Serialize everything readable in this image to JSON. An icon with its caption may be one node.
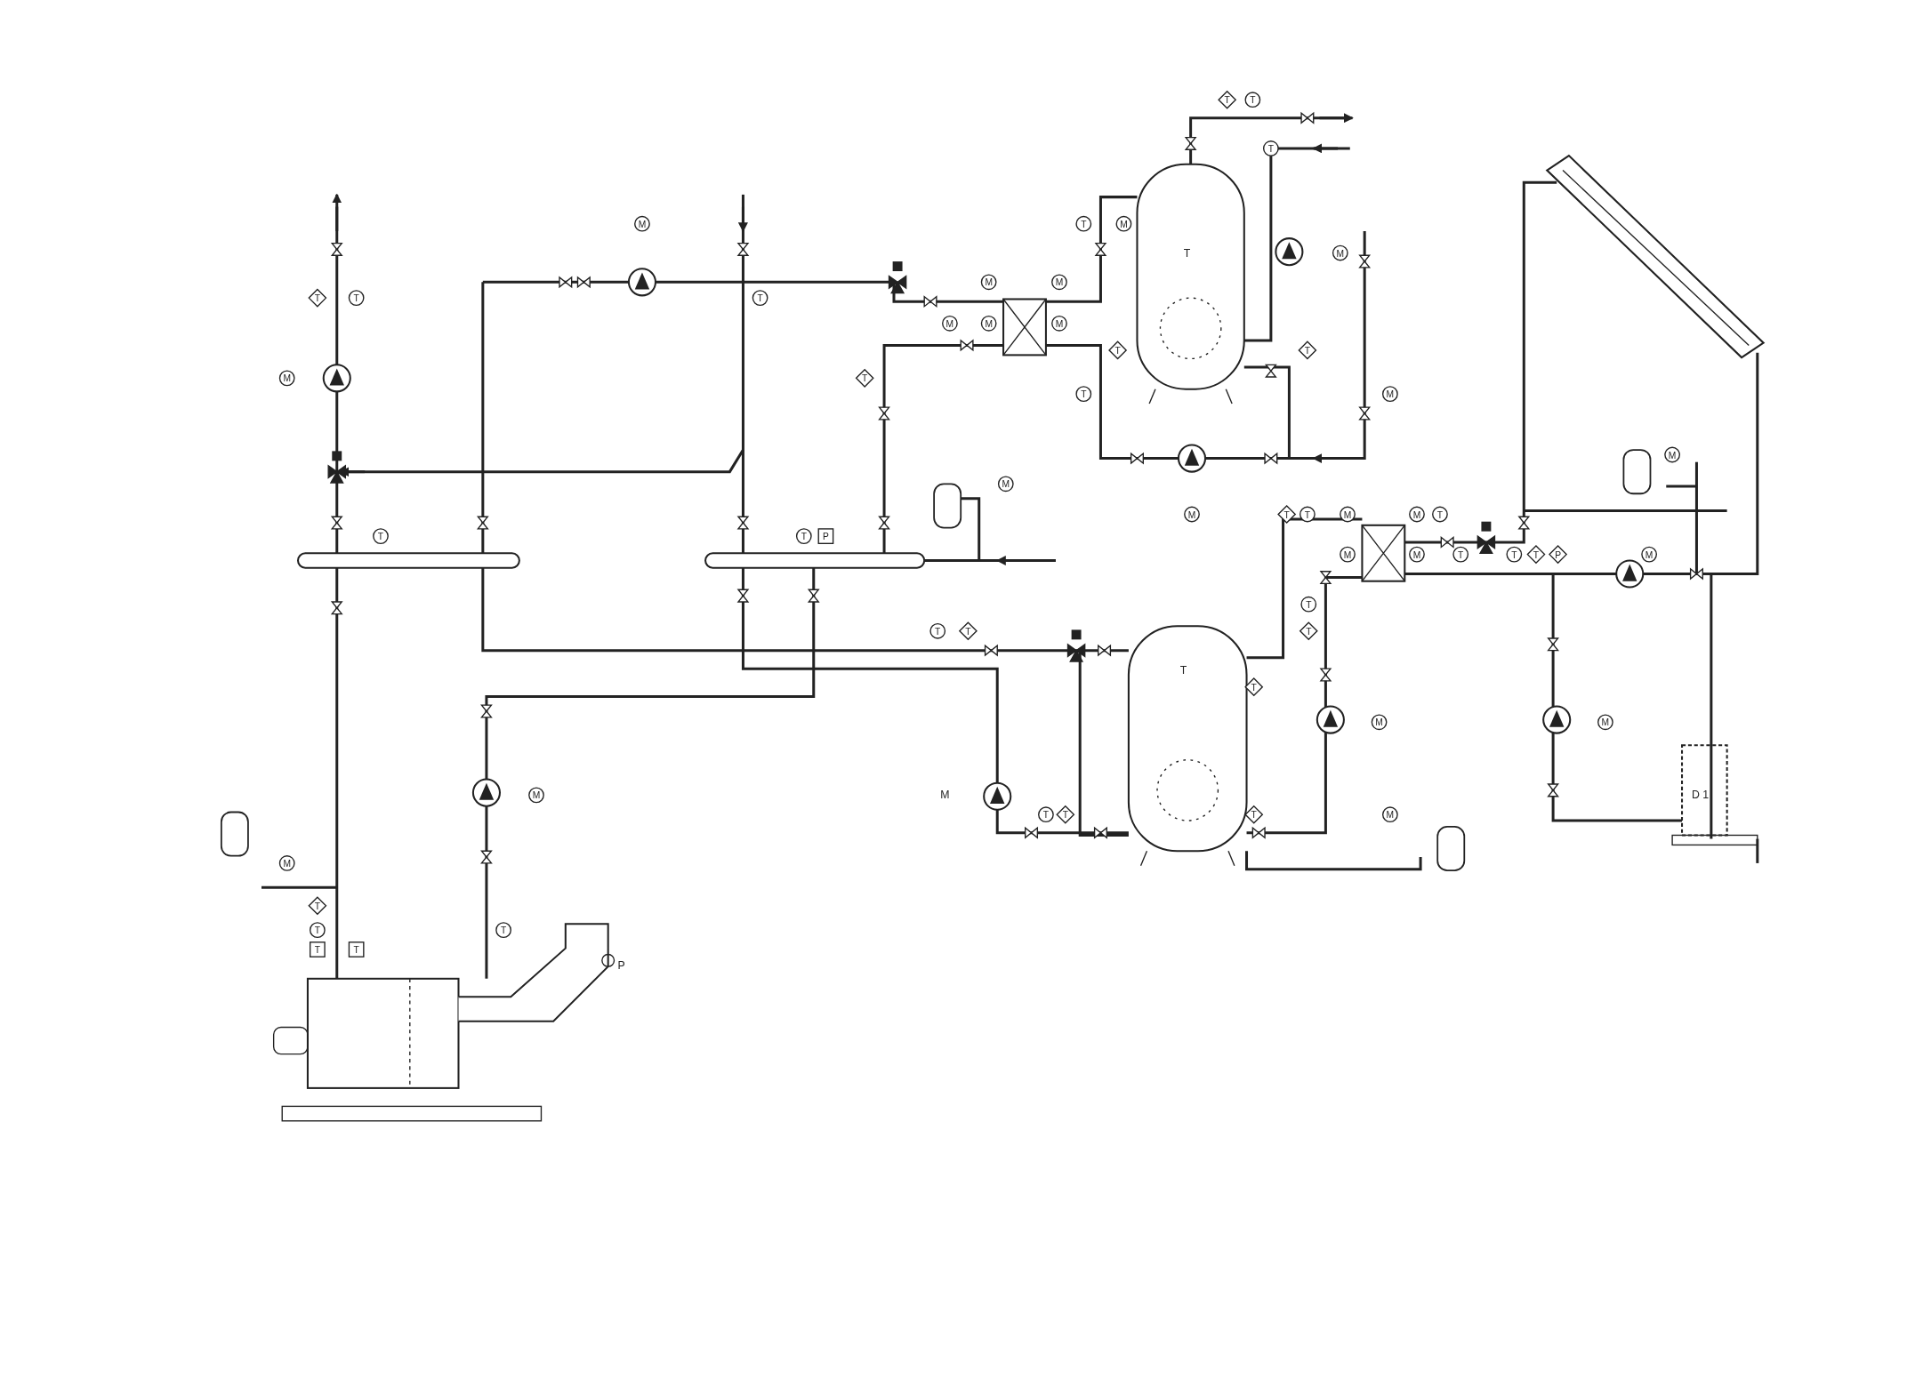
{
  "diagram": {
    "labels": [
      "T",
      "T",
      "T",
      "M",
      "T",
      "M",
      "T",
      "M",
      "M",
      "M",
      "T",
      "T",
      "T",
      "M",
      "M",
      "M",
      "T",
      "T",
      "M",
      "T",
      "T",
      "M",
      "M",
      "M",
      "M",
      "T",
      "T",
      "M",
      "M",
      "T",
      "T",
      "T",
      "P",
      "M",
      "M",
      "T",
      "T",
      "T",
      "P",
      "M",
      "T",
      "T",
      "T",
      "T",
      "T",
      "T",
      "M",
      "M",
      "M",
      "M",
      "D 1",
      "T",
      "T",
      "T",
      "M",
      "M",
      "T",
      "T",
      "T",
      "T",
      "T",
      "P"
    ]
  }
}
